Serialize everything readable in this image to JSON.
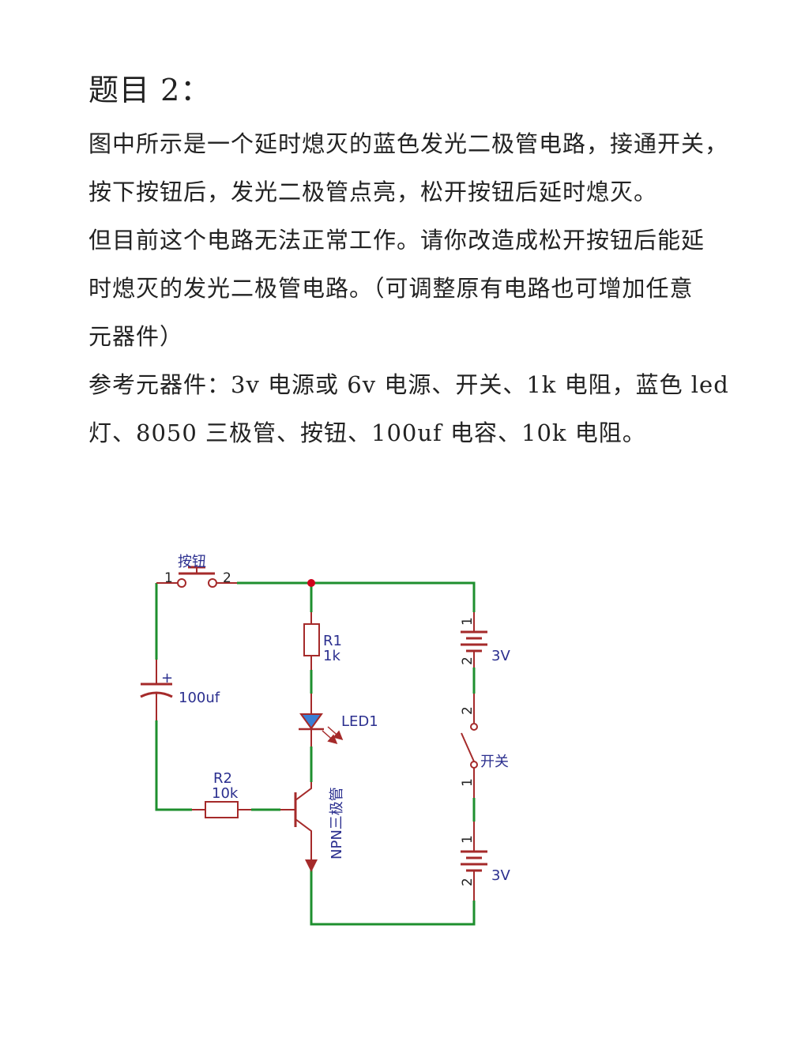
{
  "question": {
    "title": "题目 2：",
    "lines": [
      "图中所示是一个延时熄灭的蓝色发光二极管电路，接通开关，",
      "按下按钮后，发光二极管点亮，松开按钮后延时熄灭。",
      "但目前这个电路无法正常工作。请你改造成松开按钮后能延",
      "时熄灭的发光二极管电路。（可调整原有电路也可增加任意",
      "元器件）",
      "参考元器件：3v 电源或 6v 电源、开关、1k 电阻，蓝色 led",
      "灯、8050 三极管、按钮、100uf 电容、10k 电阻。"
    ]
  },
  "circuit": {
    "button_label": "按钮",
    "button_pin1": "1",
    "button_pin2": "2",
    "r1_name": "R1",
    "r1_value": "1k",
    "led_label": "LED1",
    "transistor_label": "NPN三极管",
    "r2_name": "R2",
    "r2_value": "10k",
    "capacitor_value": "100uf",
    "capacitor_plus": "+",
    "battery_top_label": "3V",
    "battery_top_pin1": "1",
    "battery_top_pin2": "2",
    "switch_label": "开关",
    "switch_pin2": "2",
    "switch_pin1": "1",
    "battery_bottom_label": "3V",
    "battery_bottom_pin1": "1",
    "battery_bottom_pin2": "2",
    "colors": {
      "wire": "#1e8f2e",
      "component": "#a52a2a",
      "label": "#2b2f8f",
      "led_fill": "#3a7fd5",
      "junction": "#d0021b"
    }
  }
}
